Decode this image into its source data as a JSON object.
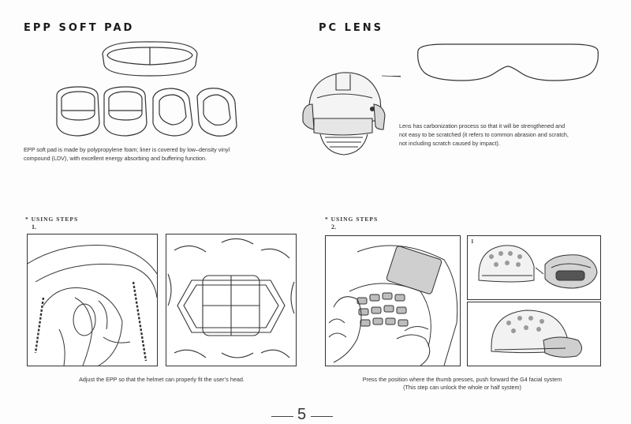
{
  "epp": {
    "title": "EPP SOFT PAD",
    "description_line1": "EPP soft pad is made by polypropylene foam; liner is covered by low–density vinyl",
    "description_line2": "compound (LDV), with excellent energy absorbing and buffering function."
  },
  "pc": {
    "title": "PC LENS",
    "description_line1": "Lens has carbonization process so that it will be strengthened and",
    "description_line2": "not easy to be scratched (it refers to common abrasion and scratch,",
    "description_line3": "not including scratch caused by impact)."
  },
  "steps_left": {
    "header": "* USING STEPS",
    "number": "1.",
    "caption": "Adjust the EPP so that the helmet can properly fit the user’s head."
  },
  "steps_right": {
    "header": "* USING STEPS",
    "number": "2.",
    "inner_label": "1",
    "caption_line1": "Press the position where the thumb presses, push forward the G4 facial system",
    "caption_line2": "(This step can unlock the whole or half system)"
  },
  "page": {
    "number": "5"
  }
}
